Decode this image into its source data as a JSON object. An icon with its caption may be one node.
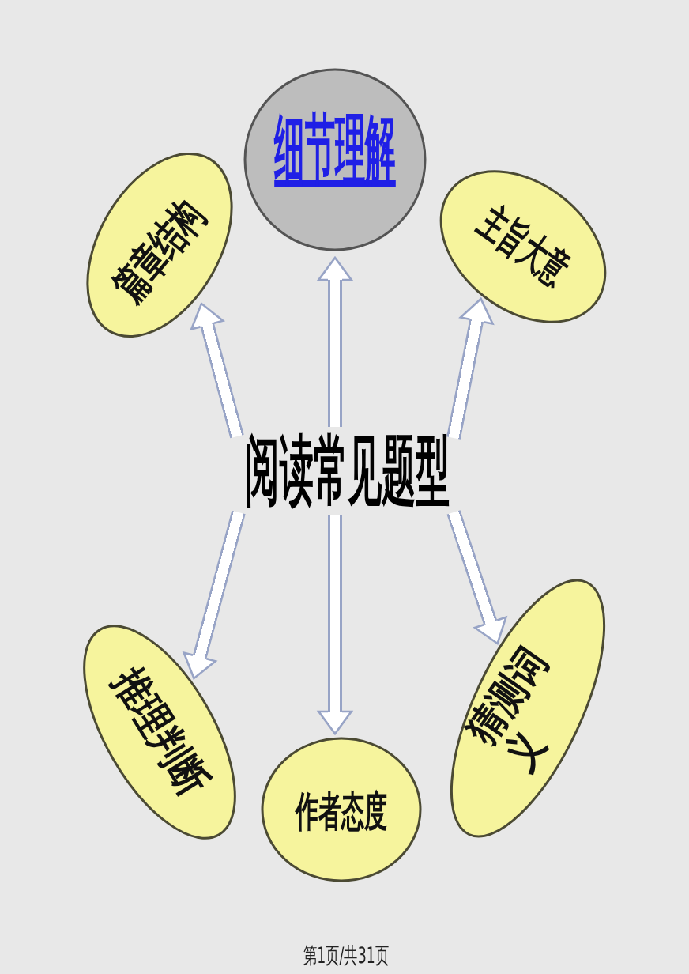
{
  "diagram": {
    "nodes": [
      {
        "text": [
          "细节理解"
        ]
      },
      {
        "text": [
          "篇章结构"
        ]
      },
      {
        "text": [
          "主旨大意"
        ]
      },
      {
        "text": [
          "阅读常见题型"
        ]
      },
      {
        "text": [
          "推理判断"
        ]
      },
      {
        "text": [
          "作者态度"
        ]
      },
      {
        "text": [
          "猜测词义"
        ]
      }
    ],
    "edges": [
      {
        "from": 3,
        "to": 0,
        "arrow": "to"
      },
      {
        "from": 3,
        "to": 1,
        "arrow": "to"
      },
      {
        "from": 3,
        "to": 2,
        "arrow": "to"
      },
      {
        "from": 3,
        "to": 4,
        "arrow": "to"
      },
      {
        "from": 3,
        "to": 5,
        "arrow": "to"
      },
      {
        "from": 3,
        "to": 6,
        "arrow": "to"
      }
    ],
    "labels": [
      "第1页/共31页"
    ]
  }
}
